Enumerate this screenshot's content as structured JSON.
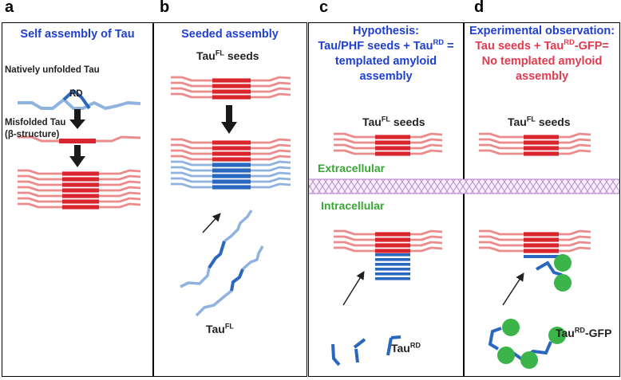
{
  "panel_letters": [
    "a",
    "b",
    "c",
    "d"
  ],
  "panel_a": {
    "title": "Self assembly of Tau",
    "natively_unfolded": "Natively unfolded Tau",
    "rd": "RD",
    "misfolded_line1": "Misfolded Tau",
    "misfolded_line2": "(β-structure)"
  },
  "panel_b": {
    "title": "Seeded assembly",
    "seeds_main": "Tau",
    "seeds_sup": "FL",
    "seeds_tail": " seeds",
    "tau_main": "Tau",
    "tau_sup": "FL"
  },
  "panel_c": {
    "title_line1": "Hypothesis:",
    "title_line2_main": "Tau/PHF seeds + Tau",
    "title_line2_sup": "RD",
    "title_line2_tail": " =",
    "title_line3": "templated amyloid",
    "title_line4": "assembly",
    "seeds_main": "Tau",
    "seeds_sup": "FL",
    "seeds_tail": " seeds",
    "extracellular": "Extracellular",
    "intracellular": "Intracellular",
    "tau_main": "Tau",
    "tau_sup": "RD"
  },
  "panel_d": {
    "title_line1": "Experimental observation:",
    "title_line2_main": "Tau seeds + Tau",
    "title_line2_sup": "RD",
    "title_line2_tail": "-GFP=",
    "title_line3": "No templated amyloid",
    "title_line4": "assembly",
    "seeds_main": "Tau",
    "seeds_sup": "FL",
    "seeds_tail": " seeds",
    "tau_main": "Tau",
    "tau_sup": "RD",
    "tau_tail": "-GFP"
  },
  "colors": {
    "title_blue": "#1f3fd1",
    "title_red": "#e23a4e",
    "compartment_green": "#3aa635",
    "tau_light_red": "#ec8b8b",
    "tau_core_red": "#d8252e",
    "tau_light_blue": "#8fb3de",
    "tau_rd_blue": "#2a68c0",
    "gfp_green": "#3bb54a",
    "membrane_purple": "#b07cc9"
  }
}
